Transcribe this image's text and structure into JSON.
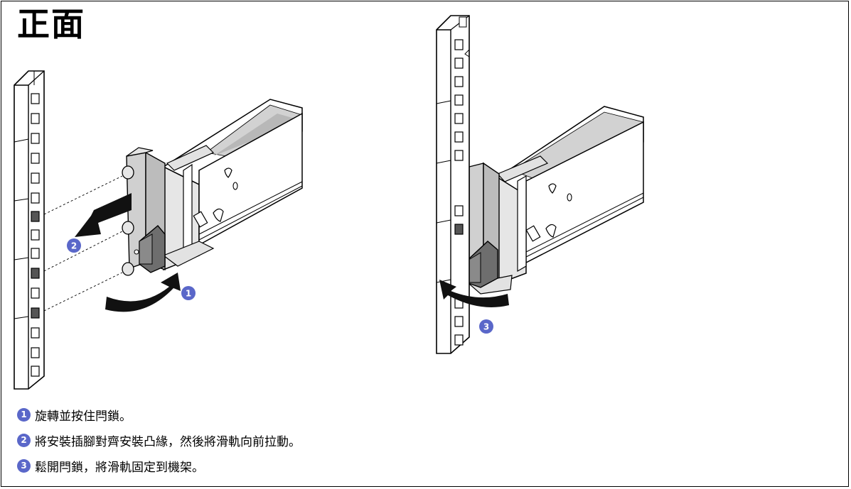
{
  "title": "正面",
  "callouts": [
    {
      "number": "1",
      "text": "旋轉並按住閂鎖。"
    },
    {
      "number": "2",
      "text": "將安裝插腳對齊安裝凸緣，然後將滑軌向前拉動。"
    },
    {
      "number": "3",
      "text": "鬆開閂鎖，將滑軌固定到機架。"
    }
  ],
  "colors": {
    "badge": "#5a67c9",
    "metal": "#c8c8c8",
    "latch": "#6e6e6e",
    "arrow": "#111111"
  }
}
